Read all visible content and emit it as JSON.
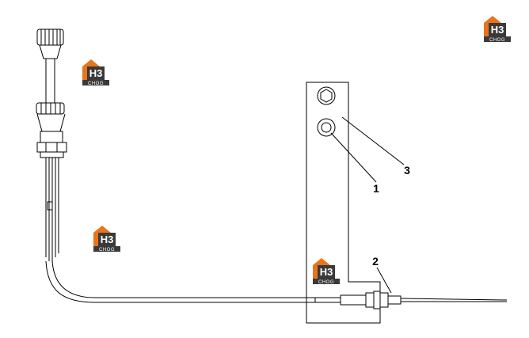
{
  "callouts": [
    {
      "id": "1",
      "label": "1"
    },
    {
      "id": "2",
      "label": "2"
    },
    {
      "id": "3",
      "label": "3"
    }
  ],
  "watermark": {
    "mark": "H3",
    "sub": "CHOG",
    "colors": {
      "orange": "#e8741c",
      "dark": "#3a3a3a"
    }
  }
}
